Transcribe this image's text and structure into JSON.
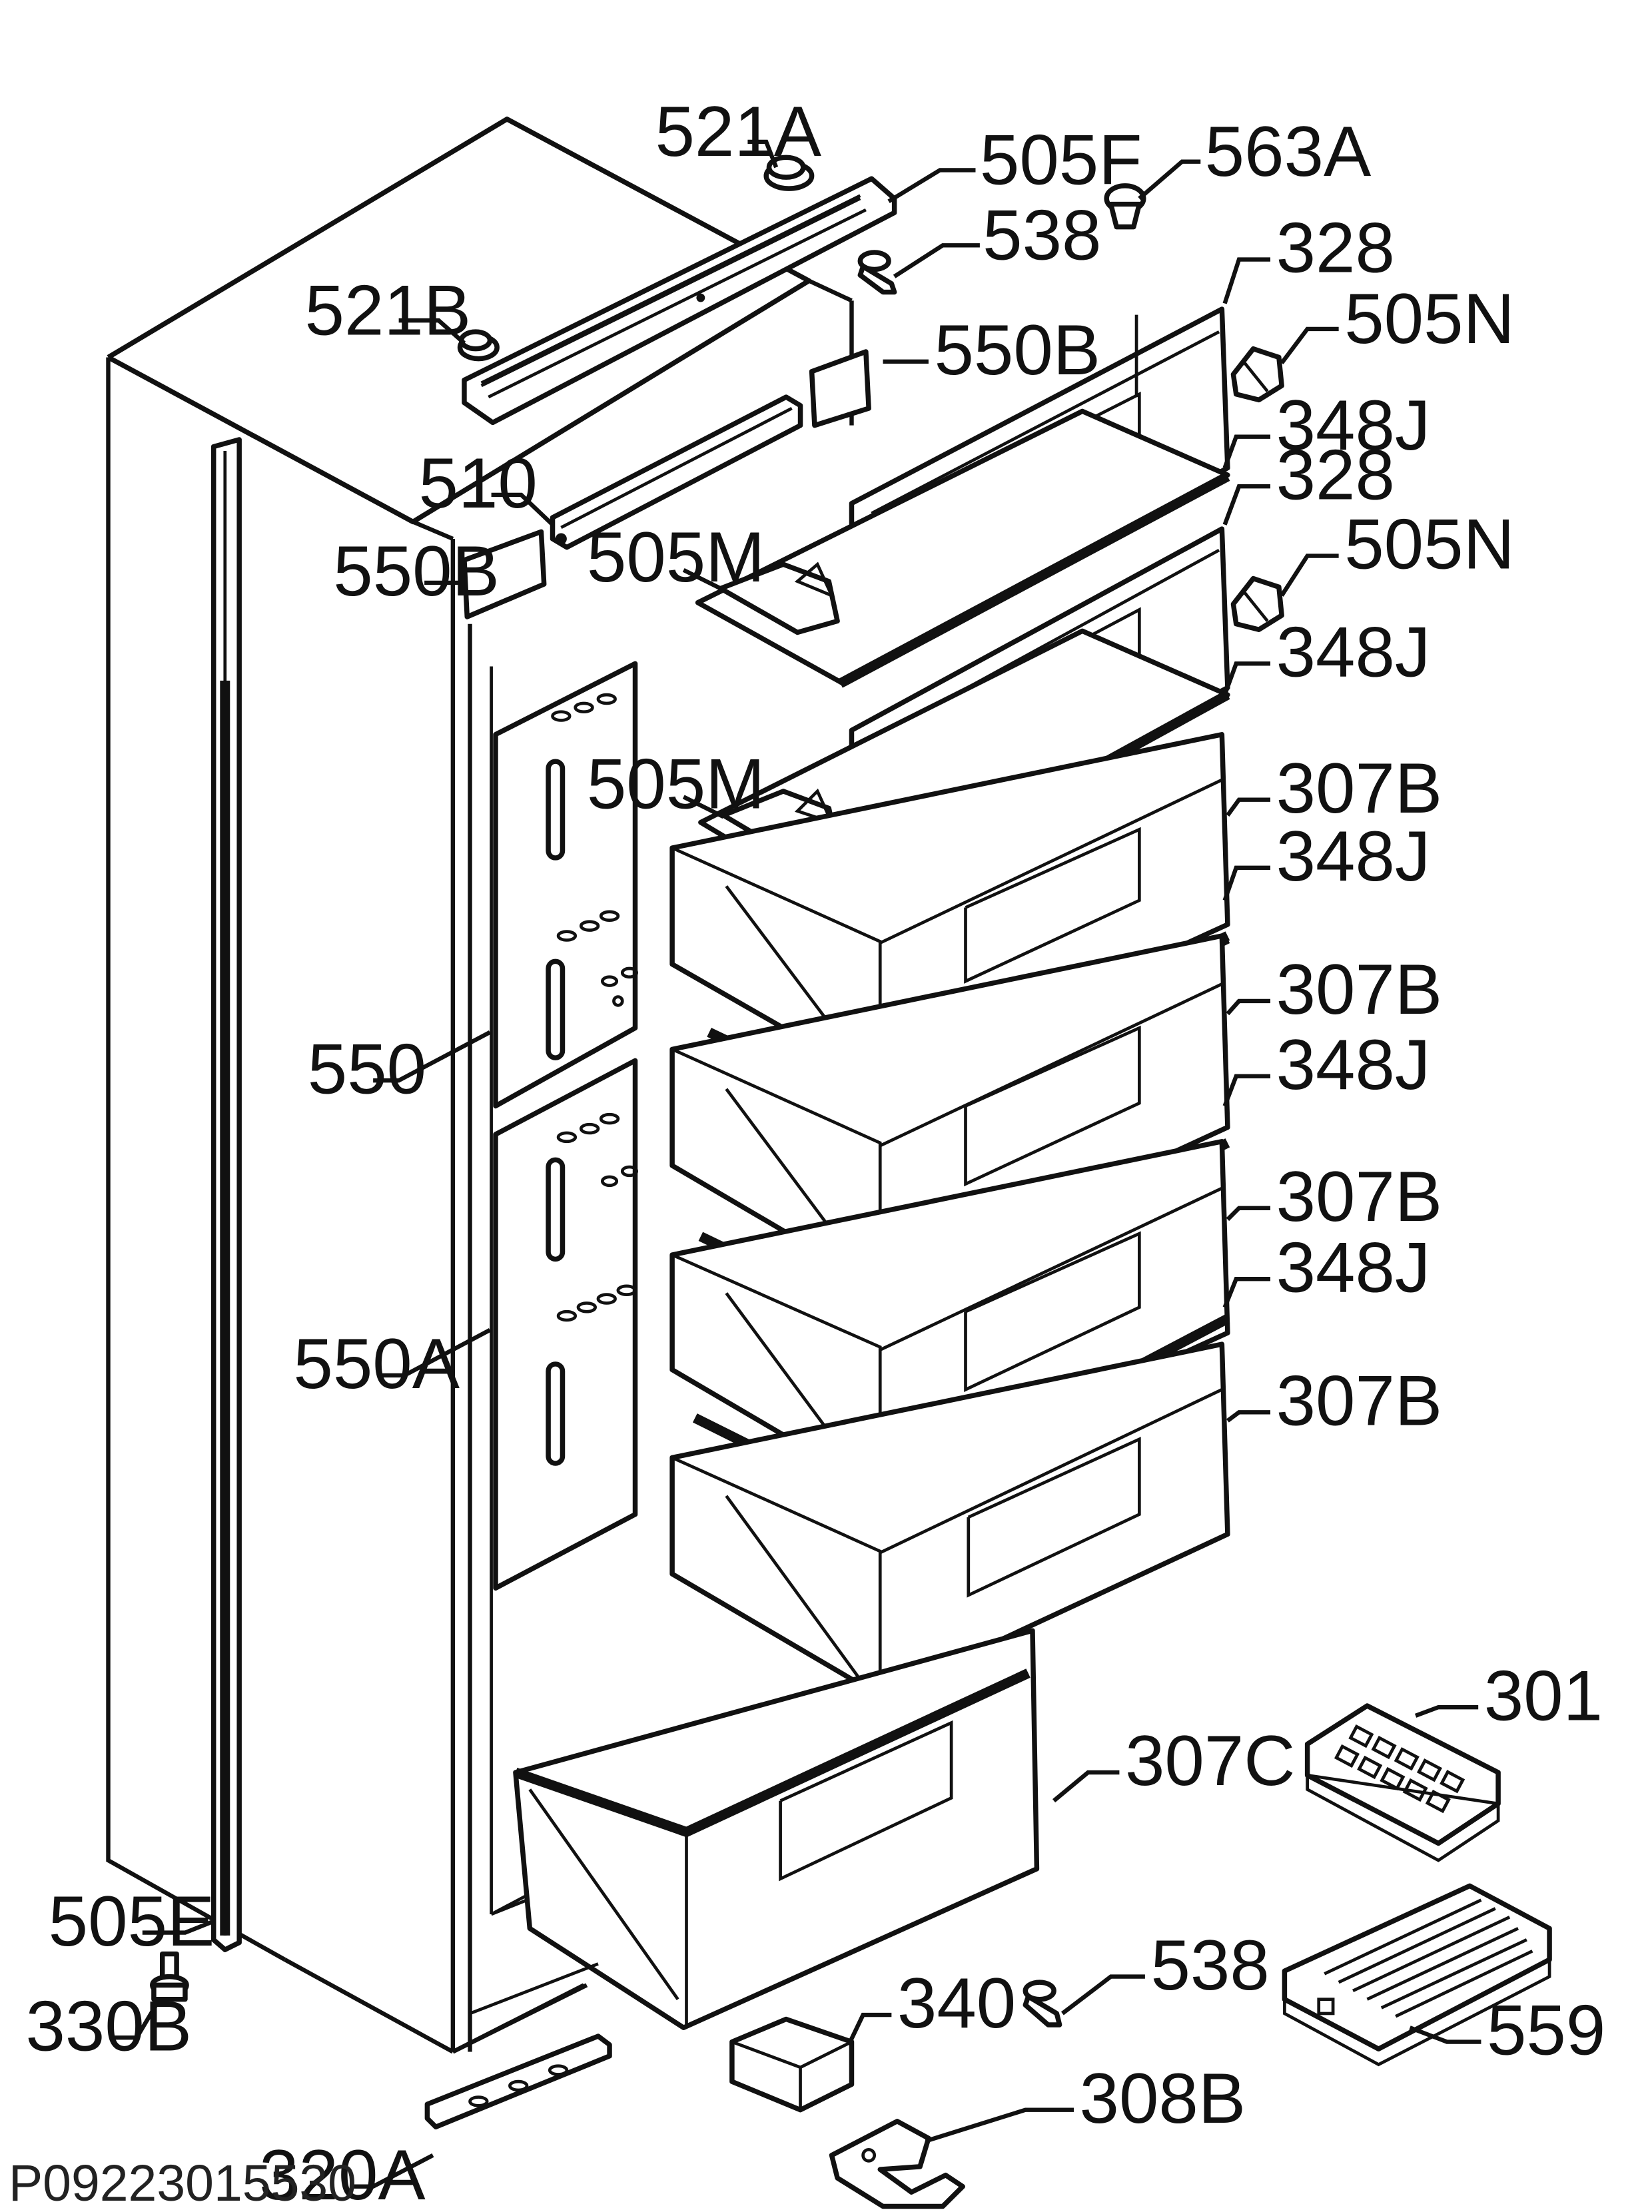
{
  "labels": {
    "l521A": "521A",
    "l505F": "505F",
    "l563A": "563A",
    "l538_top": "538",
    "l328_a": "328",
    "l521B": "521B",
    "l505N_a": "505N",
    "l550B_right": "550B",
    "l348J_a": "348J",
    "l510": "510",
    "l328_b": "328",
    "l550B_left": "550B",
    "l505M_a": "505M",
    "l505N_b": "505N",
    "l348J_b": "348J",
    "l505M_b": "505M",
    "l307B_a": "307B",
    "l348J_c": "348J",
    "l307B_b": "307B",
    "l550": "550",
    "l348J_d": "348J",
    "l307B_c": "307B",
    "l348J_e": "348J",
    "l550A": "550A",
    "l307B_d": "307B",
    "l301": "301",
    "l307C": "307C",
    "l505E": "505E",
    "l538_bottom": "538",
    "l330B": "330B",
    "l340": "340",
    "l559": "559",
    "l308B": "308B",
    "l320A": "320A"
  },
  "footer": {
    "code": "P09223015530"
  }
}
